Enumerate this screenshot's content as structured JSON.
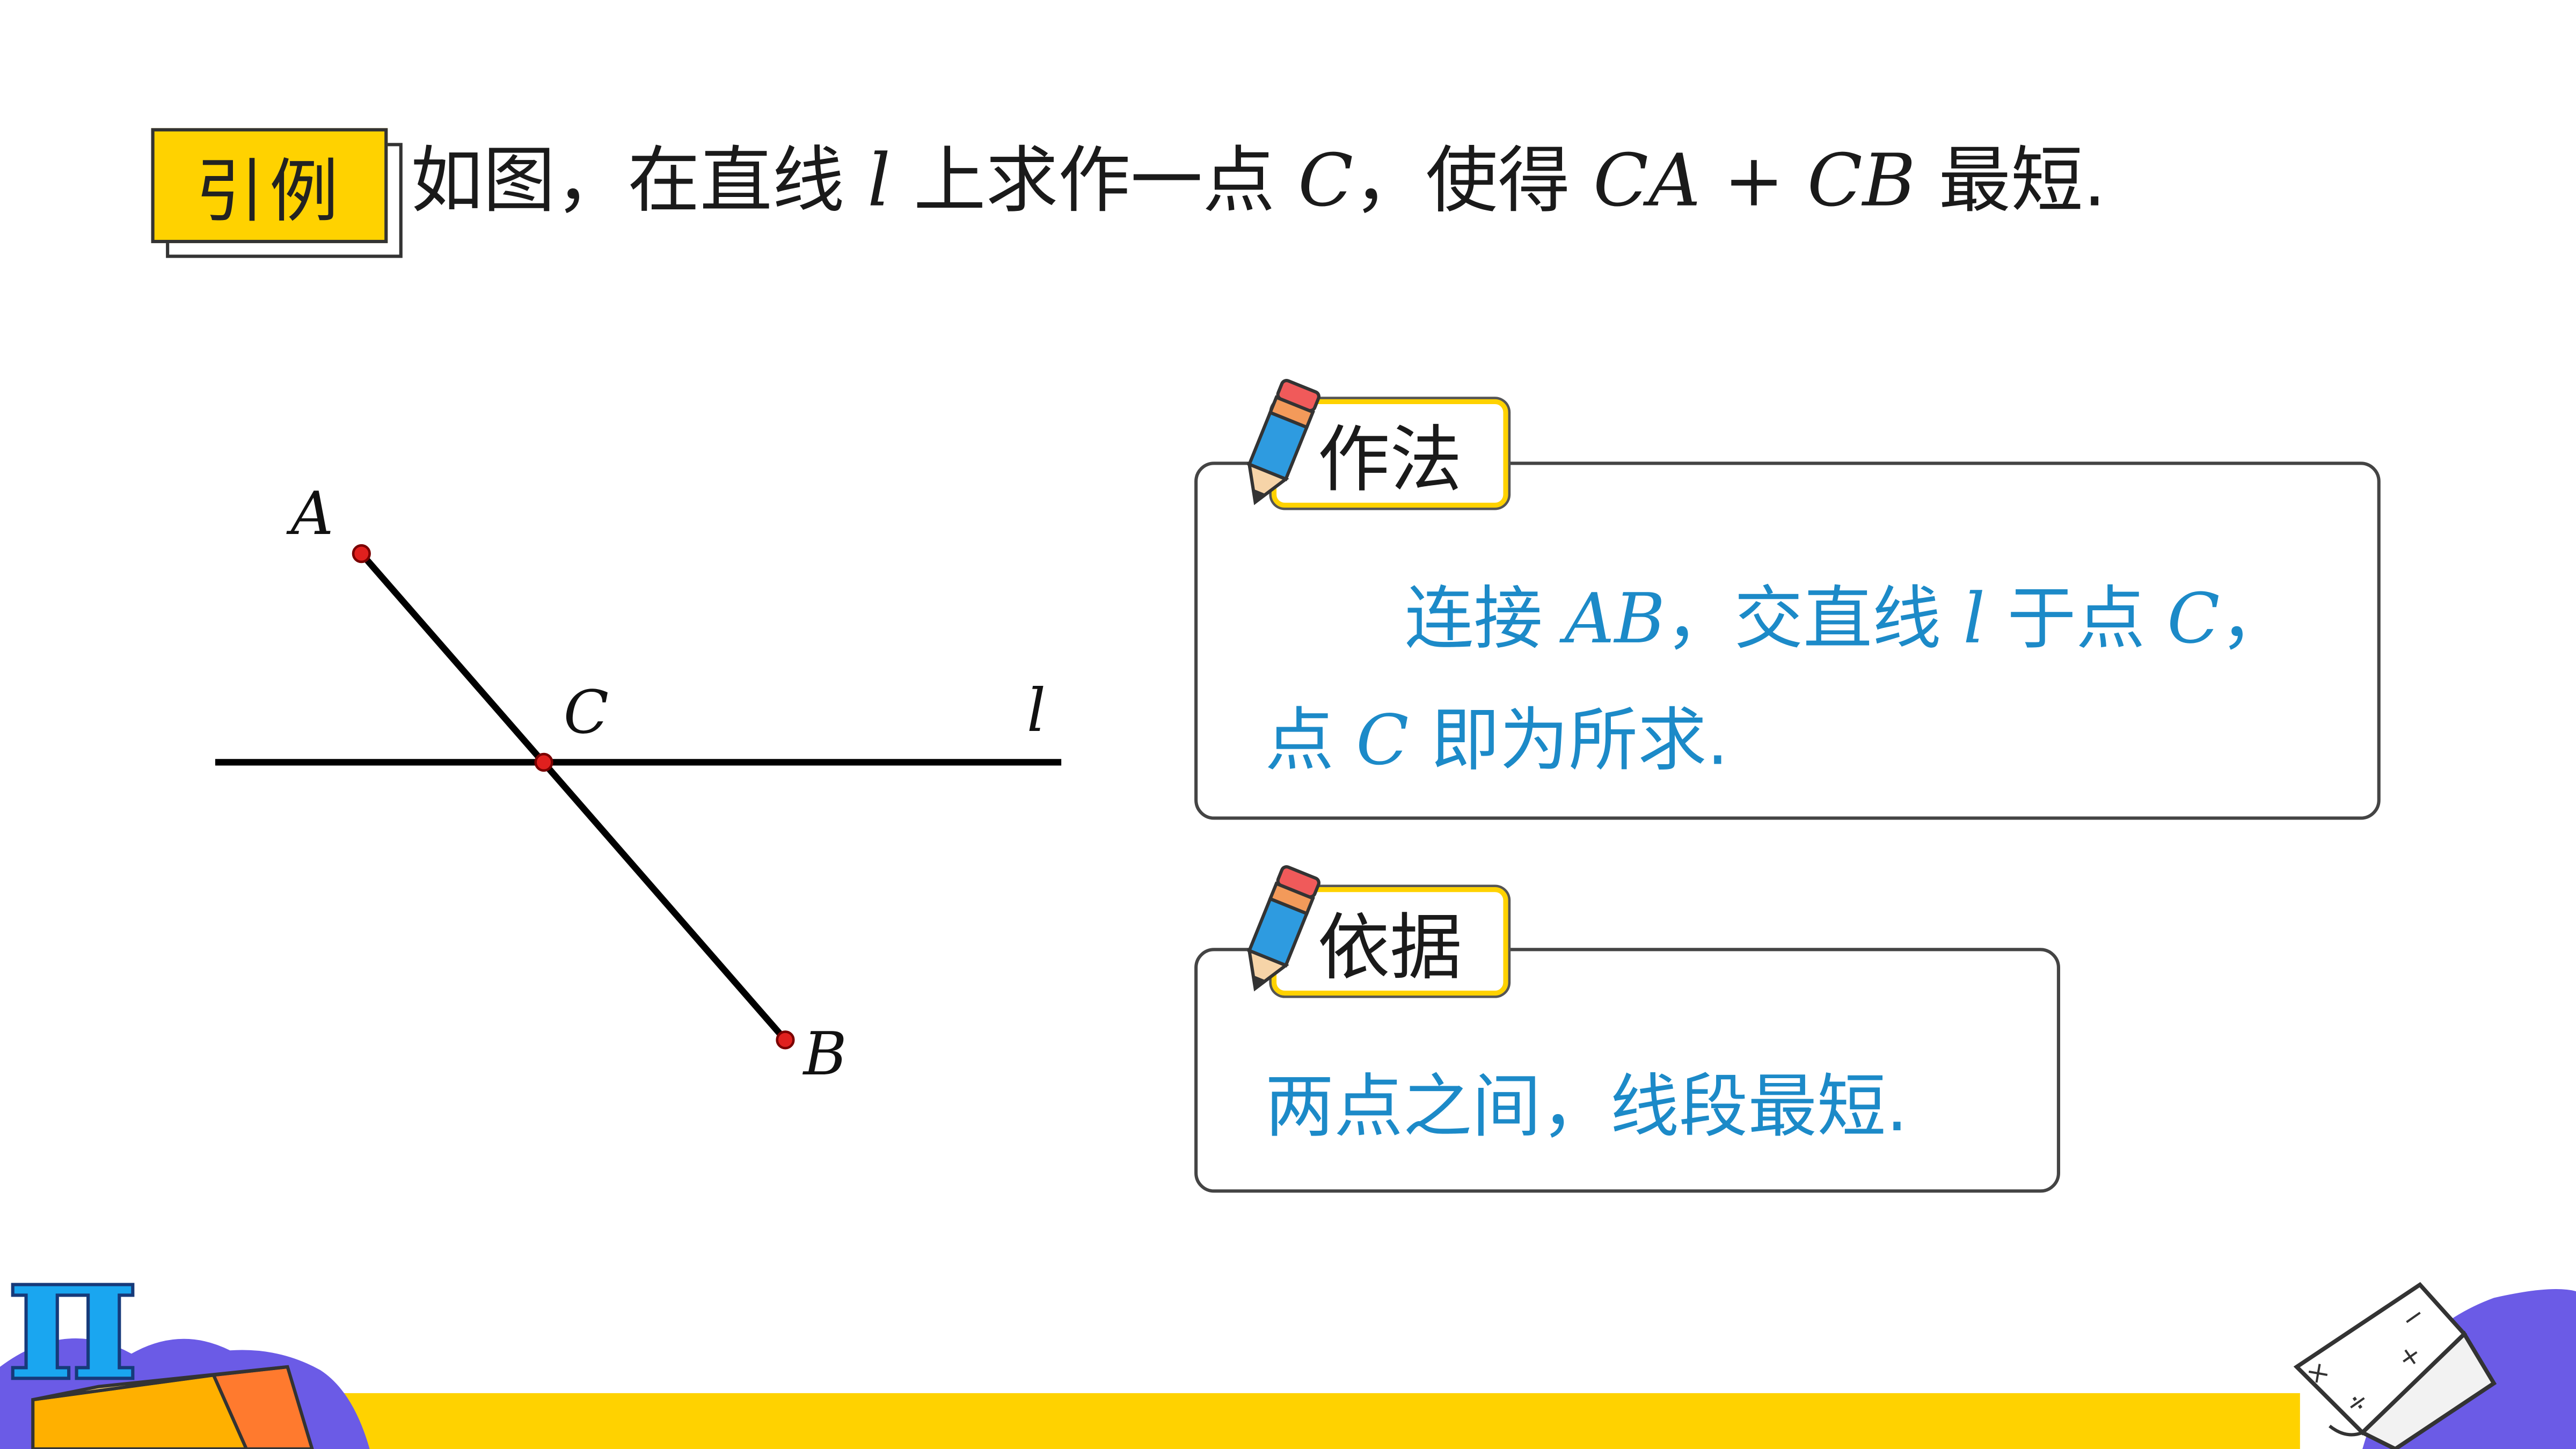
{
  "title": {
    "tag": "引例",
    "question_prefix": "如图，在直线 ",
    "line_var": "l",
    "question_mid": " 上求作一点 ",
    "point_var": "C",
    "question_mid2": "，使得 ",
    "expression": "CA + CB",
    "question_suffix": " 最短."
  },
  "method": {
    "label": "作法",
    "line1_prefix": "连接 ",
    "seg": "AB",
    "line1_mid": "，交直线 ",
    "line_var": "l",
    "line1_mid2": " 于点 ",
    "point_var": "C",
    "line1_suffix": "，",
    "line2_prefix": "点 ",
    "line2_var": "C",
    "line2_suffix": " 即为所求."
  },
  "basis": {
    "label": "依据",
    "text": "两点之间，线段最短."
  },
  "figure": {
    "point_a": "A",
    "point_b": "B",
    "point_c": "C",
    "line_l": "l"
  },
  "footer": {
    "pi_symbol": "π",
    "book_marks": [
      "×",
      "÷",
      "−",
      "+"
    ]
  },
  "colors": {
    "accent_yellow": "#FFD200",
    "answer_blue": "#1C8AC8",
    "point_red": "#E0201E",
    "purple": "#6B5BE6"
  }
}
